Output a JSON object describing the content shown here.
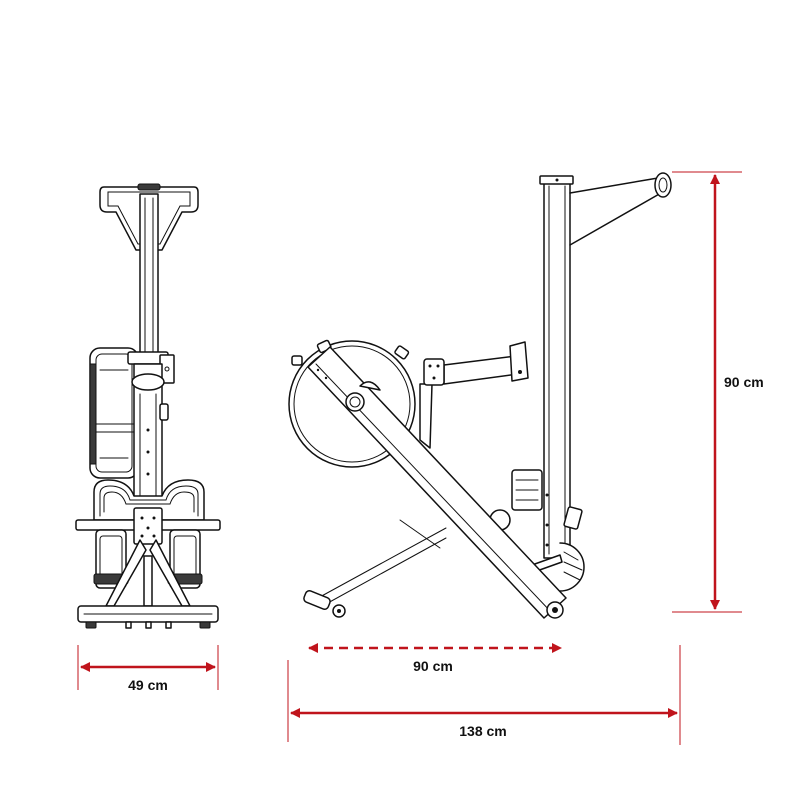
{
  "dimensions": {
    "width": "49 cm",
    "folded_depth": "90 cm",
    "length": "138 cm",
    "height": "90 cm"
  },
  "colors": {
    "dimension_line": "#c0141c",
    "drawing_line": "#111111",
    "background": "#ffffff"
  }
}
